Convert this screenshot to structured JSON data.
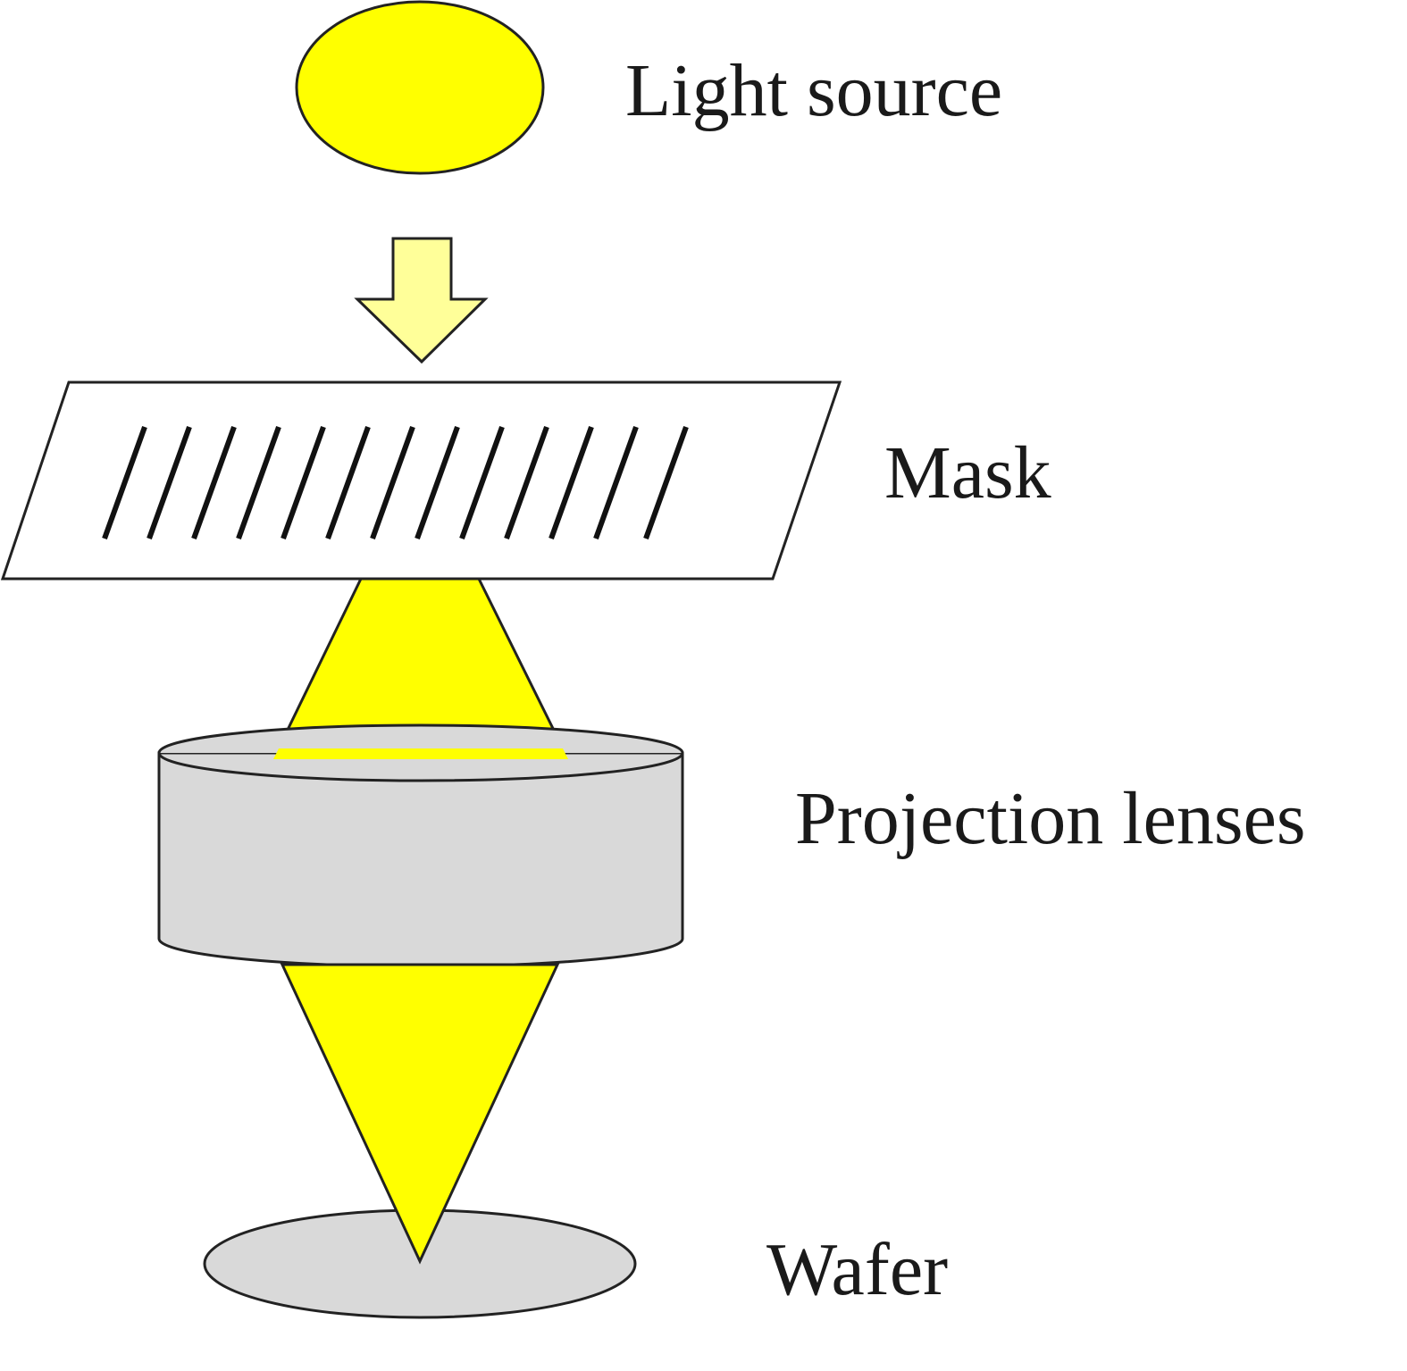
{
  "labels": {
    "light_source": "Light source",
    "mask": "Mask",
    "projection_lenses": "Projection lenses",
    "wafer": "Wafer"
  },
  "colors": {
    "light": "#ffff00",
    "arrow": "#ffff99",
    "lens": "#d9d9d9",
    "wafer": "#d9d9d9",
    "mask": "#ffffff",
    "outline": "#222222"
  }
}
